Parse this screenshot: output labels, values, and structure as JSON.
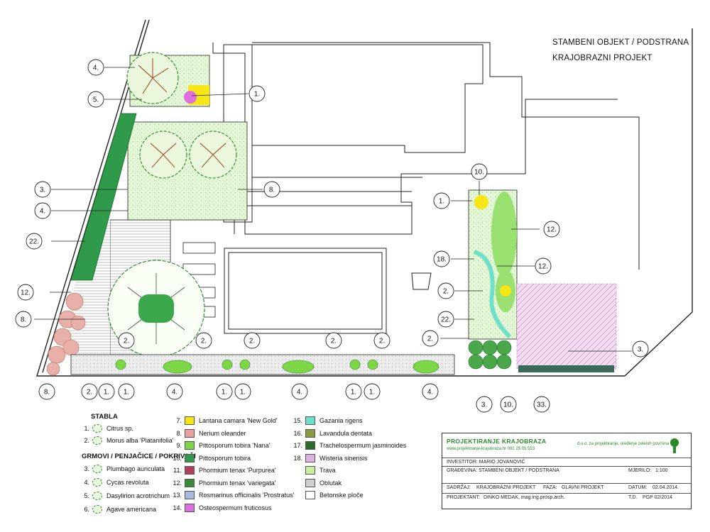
{
  "title": {
    "line1": "STAMBENI OBJEKT / PODSTRANA",
    "line2": "KRAJOBRAZNI PROJEKT"
  },
  "callouts": [
    "4.",
    "5.",
    "1.",
    "3.",
    "4.",
    "8.",
    "22.",
    "12.",
    "8.",
    "10.",
    "1.",
    "12.",
    "18.",
    "12.",
    "2.",
    "22.",
    "2.",
    "3.",
    "2.",
    "2.",
    "2.",
    "2.",
    "2.",
    "8.",
    "2.",
    "1.",
    "1.",
    "4.",
    "1.",
    "1.",
    "4.",
    "1.",
    "1.",
    "4.",
    "3.",
    "10.",
    "33."
  ],
  "legend": {
    "stabla_head": "STABLA",
    "stabla": [
      {
        "num": "1.",
        "label": "Citrus sp."
      },
      {
        "num": "2.",
        "label": "Morus alba 'Platanifolia'"
      }
    ],
    "grmovi_head": "GRMOVI / PENJAČICE / POKRIVAČI",
    "grmovi": [
      {
        "num": "3.",
        "label": "Plumbago auriculata"
      },
      {
        "num": "4.",
        "label": "Cycas revoluta"
      },
      {
        "num": "5.",
        "label": "Dasylirion acrotrichum"
      },
      {
        "num": "6.",
        "label": "Agave americana"
      }
    ],
    "col2": [
      {
        "num": "7.",
        "label": "Lantana camara 'New Gold'",
        "color": "#f5e614"
      },
      {
        "num": "8.",
        "label": "Nerium oleander",
        "color": "#e8a0a0"
      },
      {
        "num": "9.",
        "label": "Pittosporum tobira 'Nana'",
        "color": "#7cd646"
      },
      {
        "num": "10.",
        "label": "Pittosporum tobira",
        "color": "#2f9a4a"
      },
      {
        "num": "11.",
        "label": "Phormium tenax 'Purpurea'",
        "color": "#b04060"
      },
      {
        "num": "12.",
        "label": "Phormium tenax 'variegata'",
        "color": "#3a8a3a"
      },
      {
        "num": "13.",
        "label": "Rosmarinus officinalis 'Prostratus'",
        "color": "#a8b8e0"
      },
      {
        "num": "14.",
        "label": "Osteospermum fruticosus",
        "color": "#e070e0"
      }
    ],
    "col3": [
      {
        "num": "15.",
        "label": "Gazania rigens",
        "color": "#6ee0c8"
      },
      {
        "num": "16.",
        "label": "Lavandula dentata",
        "color": "#8a9a40"
      },
      {
        "num": "17.",
        "label": "Trachelospermum jasminoides",
        "color": "#2a6a2a"
      },
      {
        "num": "18.",
        "label": "Wisteria sinensis",
        "color": "#e0b0e0"
      },
      {
        "num": "",
        "label": "Trava",
        "color": "#c8f0a0"
      },
      {
        "num": "",
        "label": "Oblutak",
        "color": "#d0d0d0"
      },
      {
        "num": "",
        "label": "Betonske ploče",
        "color": "#ffffff"
      }
    ]
  },
  "titleblock": {
    "firm": "PROJEKTIRANJE KRAJOBRAZA",
    "firm_sub": "www.projektiranje-krajobraza.hr     091 25 05 553",
    "firm_note": "d.o.o. za projektiranje, uređenje zelenih površina",
    "investitor": "INVESTITOR: MARIO JOVANOVIĆ",
    "gradevina": "GRAĐEVINA: STAMBENI OBJEKT / PODSTRANA",
    "mjerilo_label": "MJERILO:",
    "mjerilo": "1:100",
    "sadrzaj_label": "SADRŽAJ:",
    "sadrzaj": "KRAJOBRAZNI PROJEKT",
    "faza_label": "FAZA:",
    "faza": "GLAVNI PROJEKT",
    "datum_label": "DATUM:",
    "datum": "02.04.2014.",
    "projektant_label": "PROJEKTANT:",
    "projektant": "DINKO MEDAK, mag.ing.prosp.arch.",
    "tbr_label": "T.D.",
    "tbr": "PGP 02/2014"
  },
  "colors": {
    "grass": "#d8f3c8",
    "hedge": "#2f9a4a",
    "shrub": "#7cd646",
    "lantana": "#f5e614",
    "oleander": "#e8a0a0",
    "wisteria": "#e0b0e0",
    "gazania": "#6ee0c8",
    "osteospermum": "#e070e0",
    "line": "#222222"
  }
}
